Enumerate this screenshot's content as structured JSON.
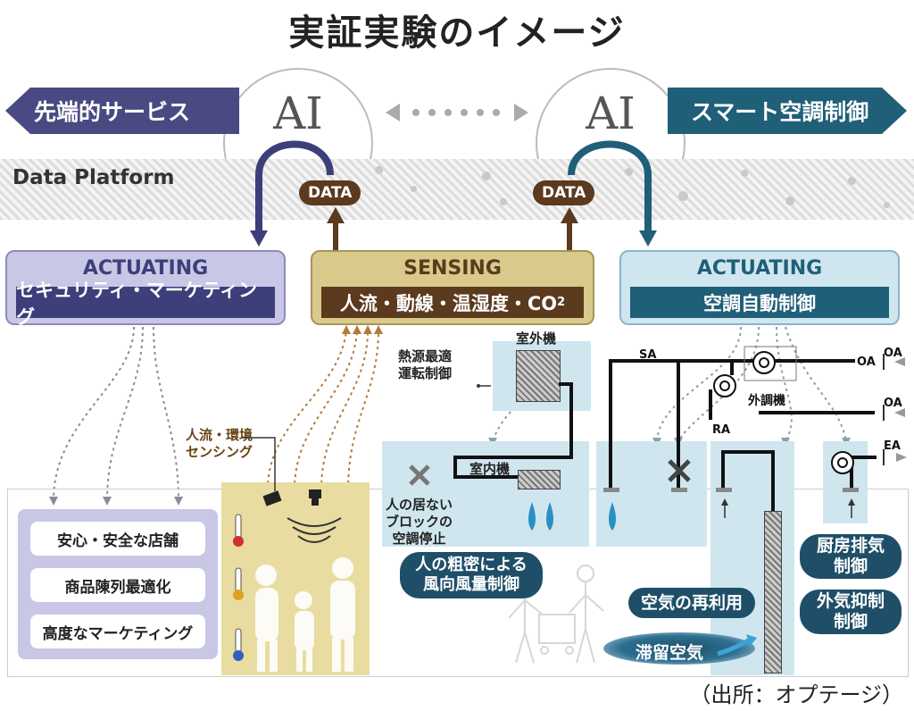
{
  "title": "実証実験のイメージ",
  "banners": {
    "left": "先端的サービス",
    "right": "スマート空調制御"
  },
  "ai": {
    "left": "AI",
    "right": "AI"
  },
  "platform": {
    "label": "Data Platform"
  },
  "data_badges": [
    "DATA",
    "DATA"
  ],
  "boxes": {
    "actuating_left": {
      "head": "ACTUATING",
      "sub": "セキュリティ・マーケティング"
    },
    "sensing": {
      "head": "SENSING",
      "sub_main": "人流・動線・温湿度・CO",
      "sub_subscript": "2"
    },
    "actuating_right": {
      "head": "ACTUATING",
      "sub": "空調自動制御"
    }
  },
  "store_list": [
    "安心・安全な店舗",
    "商品陳列最適化",
    "高度なマーケティング"
  ],
  "labels": {
    "sensing_env": "人流・環境\nセンシング",
    "heat_source": "熱源最適\n運転制御",
    "outdoor_unit": "室外機",
    "indoor_unit": "室内機",
    "external_ac": "外調機",
    "sa": "SA",
    "ra": "RA",
    "oa1": "OA",
    "oa2": "OA",
    "oa3": "OA",
    "ea": "EA",
    "no_people": "人の居ない\nブロックの\n空調停止"
  },
  "pills": {
    "airflow": "人の粗密による\n風向風量制御",
    "reuse": "空気の再利用",
    "stagnant": "滞留空気",
    "kitchen": "厨房排気\n制御",
    "outside_air": "外気抑制\n制御"
  },
  "source": "（出所：オプテージ）",
  "colors": {
    "navy_purple": "#4a4a82",
    "teal": "#1f5f78",
    "brown": "#5b3a1e",
    "sensing_bg": "#d9c98a",
    "actuating_left_bg": "#c8c7e6",
    "actuating_right_bg": "#cfe6ef"
  }
}
